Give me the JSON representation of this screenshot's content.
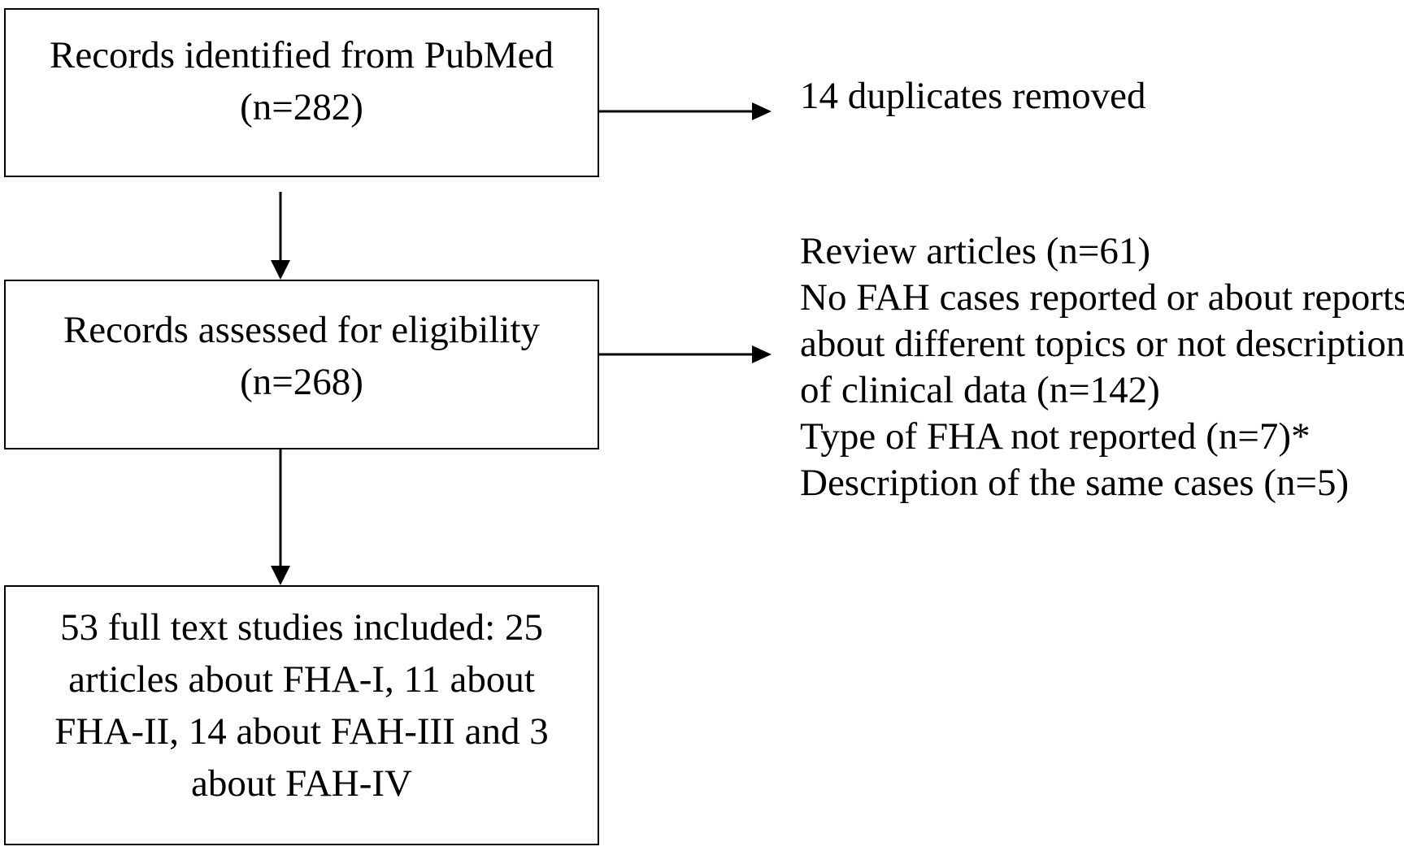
{
  "flowchart": {
    "identified": {
      "line1": "Records identified from PubMed",
      "line2": "(n=282)"
    },
    "duplicates": {
      "text": "14 duplicates removed"
    },
    "assessed": {
      "line1": "Records assessed for eligibility",
      "line2": "(n=268)"
    },
    "exclusions": [
      "Review articles (n=61)",
      "No FAH cases reported or about  reports",
      "about different topics  or not description",
      "of clinical data (n=142)",
      "Type of FHA not reported (n=7)*",
      "Description of the same cases (n=5)"
    ],
    "included": {
      "lines": [
        "53 full text studies included: 25",
        "articles about FHA-I, 11 about",
        "FHA-II, 14 about FAH-III and 3",
        "about FAH-IV"
      ]
    }
  }
}
